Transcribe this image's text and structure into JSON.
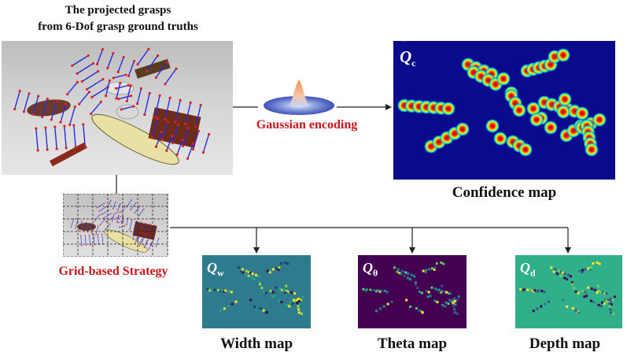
{
  "source_image": {
    "title_line1": "The projected grasps",
    "title_line2": "from 6-Dof grasp ground truths"
  },
  "encoding": {
    "label": "Gaussian encoding"
  },
  "grid": {
    "label": "Grid-based Strategy"
  },
  "confidence": {
    "symbol": "Q",
    "subscript": "c",
    "caption": "Confidence map",
    "background": "#0a0a8c"
  },
  "width_map": {
    "symbol": "Q",
    "subscript": "w",
    "caption": "Width map",
    "background": "#2e7b8e"
  },
  "theta_map": {
    "symbol": "Q",
    "subscript": "θ",
    "caption": "Theta map",
    "background": "#440154"
  },
  "depth_map": {
    "symbol": "Q",
    "subscript": "d",
    "caption": "Depth map",
    "background": "#2fb08a"
  },
  "colors": {
    "grasp_line": "#2a2ae0",
    "grasp_tip": "#e02020",
    "accent_red": "#c8161d"
  }
}
